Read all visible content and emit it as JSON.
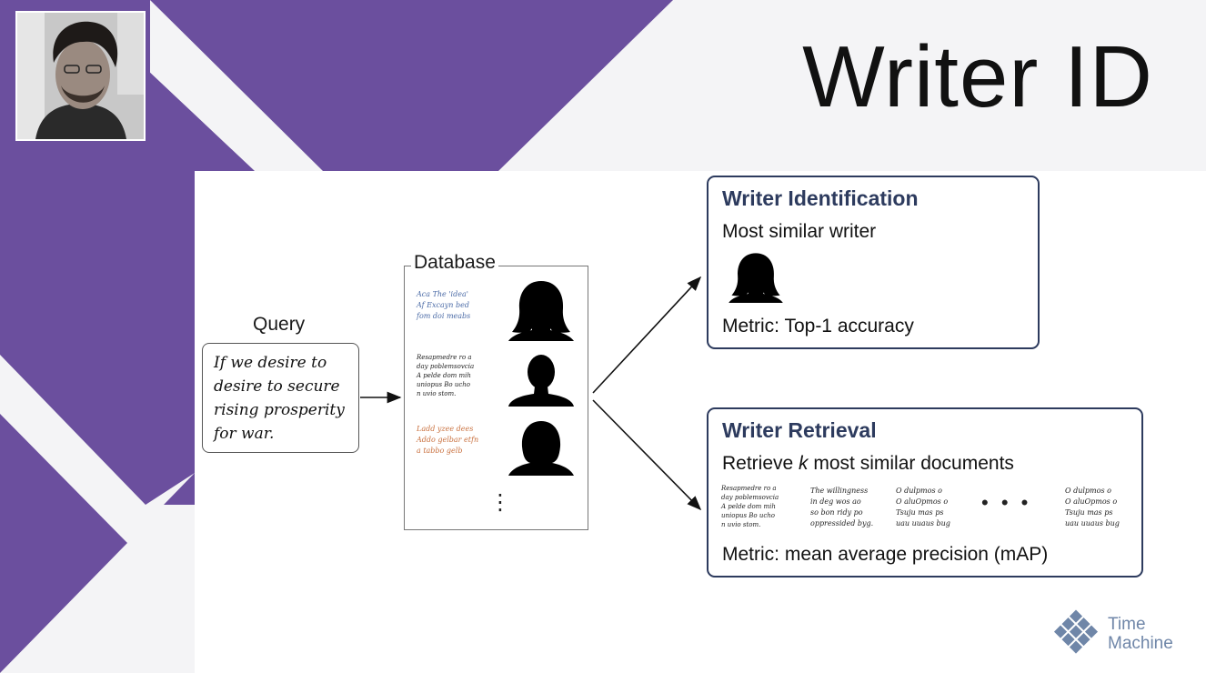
{
  "slide": {
    "title": "Writer ID"
  },
  "colors": {
    "purple": "#6b4f9e",
    "background": "#f4f4f6",
    "card_border": "#2d3b5e",
    "logo": "#6f86a8"
  },
  "query": {
    "label": "Query",
    "handwriting": [
      "If we desire to",
      "desire to secure",
      "rising prosperity",
      "for war."
    ]
  },
  "database": {
    "label": "Database",
    "entries": [
      {
        "text": [
          "Aca The 'idea'",
          "Af Excayn bed",
          "fom doi meabs"
        ],
        "color": "#4a6aa6",
        "avatar": "woman-silhouette-icon"
      },
      {
        "text": [
          "Resapmedre ro a",
          "day poblemsovcia",
          "A pelde dom mih",
          "uniopus Bo ucho",
          "n uvio stom."
        ],
        "color": "#222222",
        "avatar": "man-silhouette-icon"
      },
      {
        "text": [
          "Ladd yzee dees",
          "Addo gelbar etfn",
          "a tabbo gelb"
        ],
        "color": "#c9703e",
        "avatar": "woman-short-hair-silhouette-icon"
      }
    ],
    "more": "⋮"
  },
  "identification": {
    "title": "Writer Identification",
    "subtitle": "Most similar writer",
    "metric": "Metric: Top-1 accuracy",
    "avatar": "woman-silhouette-icon"
  },
  "retrieval": {
    "title": "Writer Retrieval",
    "subtitle_before": "Retrieve ",
    "subtitle_k": "k",
    "subtitle_after": " most similar documents",
    "documents": [
      [
        "Resapmedre ro a",
        "day poblemsovcia",
        "A pelde dom mih",
        "uniopus Bo ucho",
        "n uvio stom."
      ],
      [
        "The willingness",
        "in deg wos ao",
        "so bon ridy po",
        "oppressided byg."
      ],
      [
        "O dulpmos o",
        "O aluOpmos o",
        "Tsuju mas ps",
        "uau uuaus bug"
      ],
      [
        "O dulpmos o",
        "O aluOpmos o",
        "Tsuju mas ps",
        "uau uuaus bug"
      ]
    ],
    "more": "• • •",
    "metric": "Metric: mean average precision (mAP)"
  },
  "logo": {
    "line1": "Time",
    "line2": "Machine",
    "icon": "time-machine-logo-icon"
  }
}
